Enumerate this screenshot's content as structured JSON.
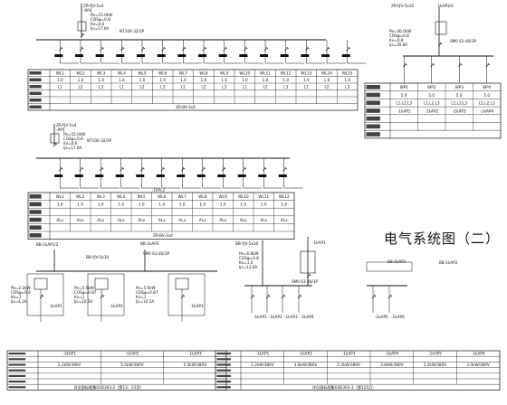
{
  "caption": "电气系统图（二）",
  "panel1": {
    "feeder_cable": "ZR-YJV-5x4",
    "panel_id": "AP4",
    "params": [
      "Pe=15.0kW",
      "COSφ=0.8",
      "Kx=0.6",
      "Ijs=17.0A"
    ],
    "breaker": "NT100-32/3P",
    "circuits": [
      "WL1",
      "WL2",
      "WL3",
      "WL4",
      "WL5",
      "WL6",
      "WL7",
      "WL8",
      "WL9",
      "WL10",
      "WL11",
      "WL12",
      "WL13",
      "WL14",
      "WL15"
    ],
    "power_kw": [
      "1.0",
      "1.0",
      "1.0",
      "1.0",
      "1.0",
      "1.0",
      "1.0",
      "1.0",
      "1.0",
      "1.0",
      "1.0",
      "1.0",
      "1.0",
      "1.0",
      "1.0"
    ],
    "phase": [
      "L1",
      "L2",
      "L3",
      "L1",
      "L2",
      "L3",
      "L1",
      "L2",
      "L3",
      "L1",
      "L2",
      "L3",
      "L1",
      "L2",
      "L3"
    ],
    "bus_label": "ZR-BV-3x4"
  },
  "panel2": {
    "feeder_cable": "ZR-YJV-5x4",
    "panel_id": "AP5",
    "params": [
      "Pe=15.0kW",
      "COSφ=0.8",
      "Kx=0.6",
      "Ijs=17.0A"
    ],
    "breaker": "NT100-32/3P",
    "circuits": [
      "WL1",
      "WL2",
      "WL3",
      "WL4",
      "WL5",
      "WL6",
      "WL7",
      "WL8",
      "WL9",
      "WL10",
      "WL11",
      "WL12"
    ],
    "power_kw": [
      "1.0",
      "1.0",
      "1.0",
      "1.0",
      "1.0",
      "1.0",
      "1.0",
      "1.0",
      "1.0",
      "1.0",
      "1.0",
      "1.0"
    ],
    "phase": [
      "ALx",
      "ALx",
      "ALx",
      "ALx",
      "ALx",
      "ALx",
      "ALx",
      "ALx",
      "ALx",
      "ALx",
      "ALx",
      "ALx"
    ],
    "sub_label": "-1kAL2",
    "bus_label": "ZR-BV-3x4"
  },
  "panel3": {
    "feeder_cable": "ZR-YJV-5x16",
    "panel_id": "1kAP3/4",
    "params": [
      "Pe=36.0kW",
      "COSφ=0.8",
      "Kx=0.8",
      "Ijs=35.8A"
    ],
    "breaker": "SM0 63-40/3P",
    "circuits": [
      "WP1",
      "WP2",
      "WP3",
      "WP4"
    ],
    "power_kw": [
      "5.0",
      "5.0",
      "5.0",
      "5.0"
    ],
    "phase": [
      "L1,L2,L3",
      "L1,L2,L3",
      "L1,L2,L3",
      "L1,L2,L3"
    ],
    "dest": [
      "-1kAP1",
      "-1kAP2",
      "-1kAP3",
      "-1kAP4"
    ]
  },
  "panel4": {
    "title_left": "BB-1kAP1/2",
    "title_right": "BB-1kAP3",
    "feeder_cable": "BB-YJV-5x10",
    "breaker": "SM0 63-40/3P",
    "groups": [
      {
        "params": [
          "Pe=2.2kW",
          "COSφ=0.8",
          "Kx=1",
          "Ijs=4.2A"
        ],
        "load": "2.2kW/380V",
        "dest": "-1kAP1"
      },
      {
        "params": [
          "Pe=5.5kW",
          "COSφ=0.87",
          "Kx=1",
          "Ijs=10.5A"
        ],
        "load": "5.5kW/380V",
        "dest": "-1kAP2"
      },
      {
        "params": [
          "Pe=5.5kW",
          "COSφ=0.87",
          "Kx=1",
          "Ijs=10.5A"
        ],
        "load": "5.5kW/380V",
        "dest": "-1kAP3"
      }
    ],
    "note": "详见国标图集03D303-2（第13、23页）"
  },
  "panel5": {
    "title_left": "BB-1kAP1",
    "title_right": "BB-1kAP2",
    "feeder_cable": "BB-YJV-5x10",
    "params": [
      "Pe=6.6kW",
      "COSφ=0.8",
      "Kx=1.0",
      "Ijs=13.0A"
    ],
    "breaker": "SM0 63-40/3P",
    "loads": [
      "2.2kW/380V",
      "3.0kW/380V",
      "2.2kW/380V",
      "3.0kW/380V",
      "2.2kW/380V",
      "3.0kW/380V"
    ],
    "dest": [
      "-1kAP1",
      "-1kAP2",
      "-1kAP3",
      "-1kAP4",
      "-1kAP5",
      "-1kAP6"
    ],
    "note": "详见国标图集03D303-3（第121页）"
  }
}
